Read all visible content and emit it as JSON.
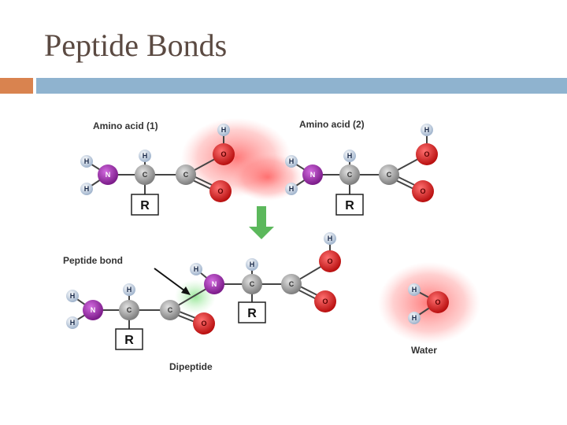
{
  "slide": {
    "title": "Peptide Bonds"
  },
  "diagram": {
    "label_amino_acid_1": "Amino acid (1)",
    "label_amino_acid_2": "Amino acid (2)",
    "label_peptide_bond": "Peptide bond",
    "label_dipeptide": "Dipeptide",
    "label_water": "Water",
    "symbol_hydrogen": "H",
    "symbol_nitrogen": "N",
    "symbol_carbon": "C",
    "symbol_oxygen": "O",
    "symbol_r_group": "R"
  },
  "colors": {
    "title": "#5b4a42",
    "accent_orange": "#d9834f",
    "accent_blue": "#8fb3cf",
    "nitrogen": "#9a2aa8",
    "carbon": "#9e9e9e",
    "oxygen": "#e02020",
    "hydrogen": "#b9c8da",
    "arrow_green": "#5cb85c"
  }
}
